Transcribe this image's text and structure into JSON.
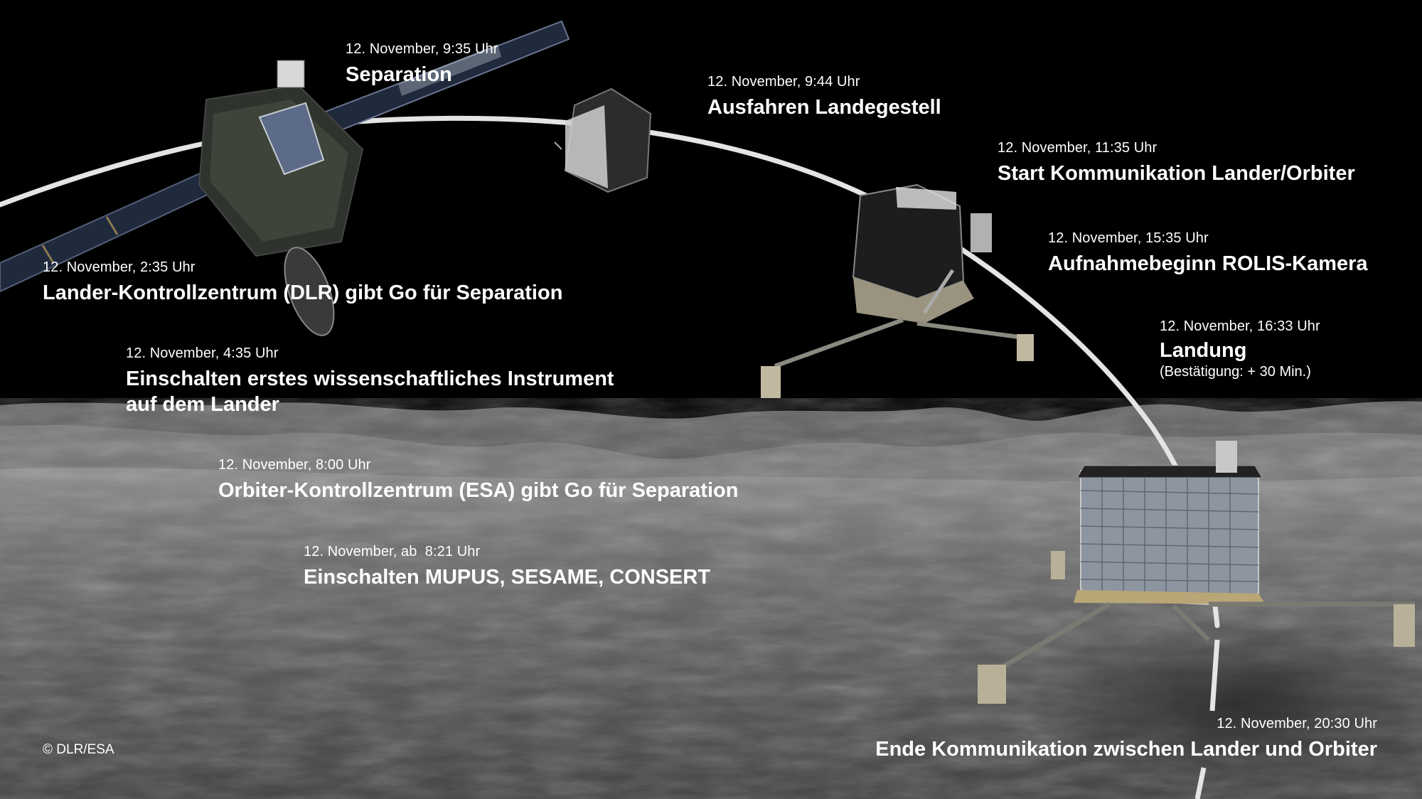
{
  "infographic": {
    "events": [
      {
        "id": "go-dlr",
        "date": "12. November, 2:35 Uhr",
        "title": "Lander-Kontrollzentrum (DLR) gibt Go für Separation"
      },
      {
        "id": "first-instrument",
        "date": "12. November, 4:35 Uhr",
        "title_line1": "Einschalten erstes wissenschaftliches Instrument",
        "title_line2": "auf dem Lander"
      },
      {
        "id": "go-esa",
        "date": "12. November, 8:00 Uhr",
        "title": "Orbiter-Kontrollzentrum (ESA) gibt Go für Separation"
      },
      {
        "id": "mupus",
        "date": "12. November, ab  8:21 Uhr",
        "title": "Einschalten MUPUS, SESAME, CONSERT"
      },
      {
        "id": "separation",
        "date": "12. November, 9:35 Uhr",
        "title": "Separation"
      },
      {
        "id": "landing-gear",
        "date": "12. November, 9:44 Uhr",
        "title": "Ausfahren Landegestell"
      },
      {
        "id": "start-comm",
        "date": "12. November, 11:35 Uhr",
        "title": "Start Kommunikation Lander/Orbiter"
      },
      {
        "id": "rolis",
        "date": "12. November, 15:35 Uhr",
        "title": "Aufnahmebeginn ROLIS-Kamera"
      },
      {
        "id": "landing",
        "date": "12. November, 16:33 Uhr",
        "title": "Landung",
        "subtitle": "(Bestätigung: + 30 Min.)"
      },
      {
        "id": "end-comm",
        "date": "12. November, 20:30 Uhr",
        "title": "Ende Kommunikation zwischen Lander und Orbiter"
      }
    ],
    "copyright": "© DLR/ESA",
    "colors": {
      "sky": "#000000",
      "surface": "#5a5a5a",
      "trajectory": "#e6e6e6",
      "text": "#ffffff"
    }
  }
}
